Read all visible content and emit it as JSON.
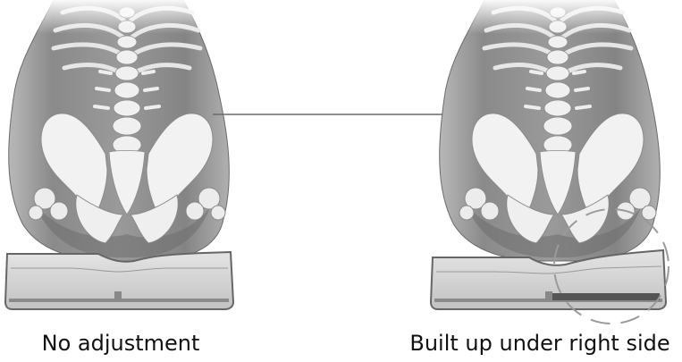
{
  "panels": [
    {
      "caption": "No adjustment"
    },
    {
      "caption": "Built up under right side"
    }
  ],
  "colors": {
    "torso": "#8e8e8e",
    "torso_shadow": "#5e5e5e",
    "bone": "#ececec",
    "cushion": "#cfcfcf",
    "cushion_edge": "#666666",
    "insert": "#555555",
    "arrow": "#6b6b6b",
    "highlight_circle": "#9a9a9a"
  },
  "icons": [
    "pelvis-illustration",
    "seat-cushion",
    "transition-arrow",
    "highlight-circle"
  ]
}
